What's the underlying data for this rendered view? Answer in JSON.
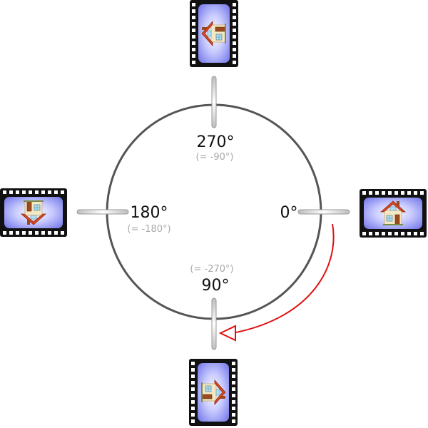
{
  "angles": {
    "a0": {
      "label": "0°"
    },
    "a90": {
      "label": "90°",
      "alt": "(= -270°)"
    },
    "a180": {
      "label": "180°",
      "alt": "(= -180°)"
    },
    "a270": {
      "label": "270°",
      "alt": "(= -90°)"
    }
  },
  "rotation_direction": "clockwise",
  "thumbnails": [
    {
      "name": "thumbnail-0deg",
      "rotation_deg": 0
    },
    {
      "name": "thumbnail-90deg",
      "rotation_deg": 90
    },
    {
      "name": "thumbnail-180deg",
      "rotation_deg": 180
    },
    {
      "name": "thumbnail-270deg",
      "rotation_deg": 270
    }
  ],
  "colors": {
    "circle": "#555555",
    "arrow": "#e01010",
    "film": "#111111",
    "frame_fill": "#8c8ff0",
    "roof": "#d84a1e",
    "house_wall": "#f4e7c3",
    "door": "#9a4a1e"
  },
  "icons": [
    "film-frame-icon",
    "house-icon",
    "rotation-arrow-icon"
  ]
}
